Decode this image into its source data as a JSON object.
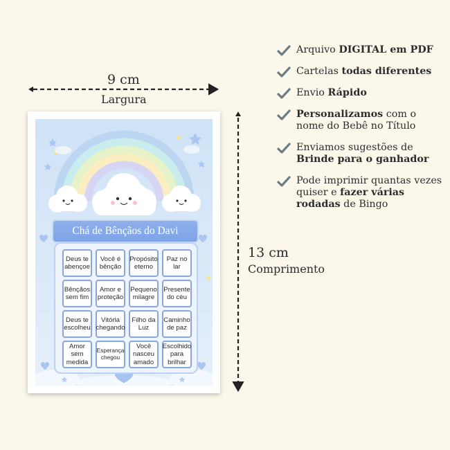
{
  "dimensions": {
    "width_value": "9 cm",
    "width_label": "Largura",
    "height_value": "13 cm",
    "height_label": "Comprimento"
  },
  "card": {
    "title": "Chá de Bênçãos do Davi",
    "cells": [
      "Deus te\nabençoe",
      "Você é\nbênção",
      "Propósito\neterno",
      "Paz no\nlar",
      "Bênçãos\nsem fim",
      "Amor e\nproteção",
      "Pequeno\nmilagre",
      "Presente\ndo céu",
      "Deus te\nescolheu",
      "Vitória\nchegando",
      "Filho da\nLuz",
      "Caminho\nde paz",
      "Amor\nsem\nmedida",
      "Esperança\nchegou",
      "Você\nnasceu\namado",
      "Escolhido\npara\nbrilhar"
    ]
  },
  "features": [
    {
      "a": "Arquivo ",
      "b": "DIGITAL em PDF",
      "c": ""
    },
    {
      "a": "Cartelas ",
      "b": "todas diferentes",
      "c": ""
    },
    {
      "a": "Envio ",
      "b": "Rápido",
      "c": ""
    },
    {
      "a": "",
      "b": "Personalizamos",
      "c": " com o nome do Bebê no Título"
    },
    {
      "a": "Enviamos sugestões de ",
      "b": "Brinde para o ganhador",
      "c": ""
    },
    {
      "a": "Pode imprimir quantas vezes quiser e ",
      "b": "fazer várias rodadas",
      "c": " de Bingo"
    }
  ],
  "colors": {
    "check": "#6d7b86",
    "background": "#fbf7ea",
    "banner": "#86aae9",
    "cell_border": "#8aa6d8"
  },
  "icons": [
    "check-mark-icon",
    "rainbow",
    "cloud",
    "star",
    "heart"
  ]
}
